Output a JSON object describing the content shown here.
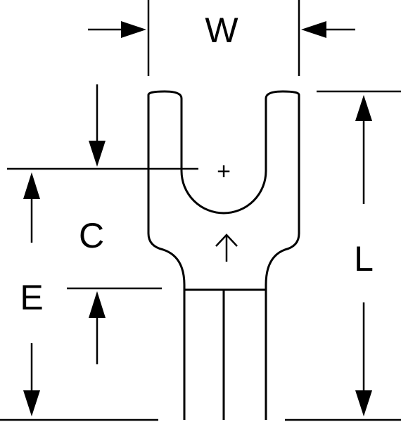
{
  "labels": {
    "w": "W",
    "c": "C",
    "e": "E",
    "l": "L"
  },
  "symbols": {
    "center_mark": "+"
  }
}
